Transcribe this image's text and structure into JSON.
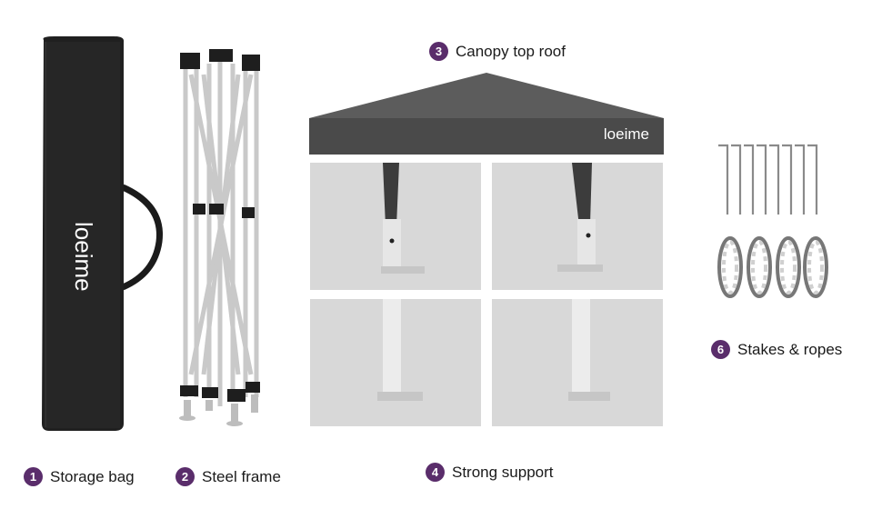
{
  "brand": "loeime",
  "accent_color": "#5a2d6b",
  "labels": [
    {
      "num": "1",
      "text": "Storage bag"
    },
    {
      "num": "2",
      "text": "Steel frame"
    },
    {
      "num": "3",
      "text": "Canopy top roof"
    },
    {
      "num": "4",
      "text": "Strong support"
    },
    {
      "num": "6",
      "text": "Stakes & ropes"
    }
  ],
  "icons": [
    "storage-bag-icon",
    "steel-frame-icon",
    "canopy-roof-icon",
    "support-leg-icon",
    "stake-icon",
    "rope-icon"
  ]
}
